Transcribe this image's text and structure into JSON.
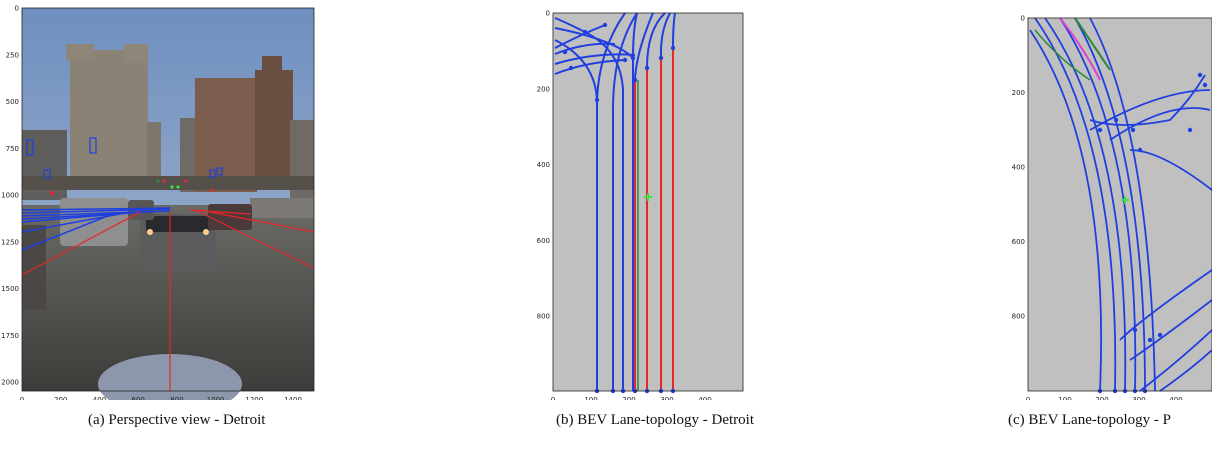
{
  "panels": [
    {
      "caption": "(a) Perspective view - Detroit",
      "x_ticks": [
        "0",
        "200",
        "400",
        "600",
        "800",
        "1000",
        "1200",
        "1400"
      ],
      "y_ticks": [
        "0",
        "250",
        "500",
        "750",
        "1000",
        "1250",
        "1500",
        "1750",
        "2000"
      ]
    },
    {
      "caption": "(b) BEV Lane-topology - Detroit",
      "x_ticks": [
        "0",
        "100",
        "200",
        "300",
        "400"
      ],
      "y_ticks": [
        "0",
        "200",
        "400",
        "600",
        "800"
      ]
    },
    {
      "caption": "(c) BEV Lane-topology - P",
      "x_ticks": [
        "0",
        "100",
        "200",
        "300",
        "400"
      ],
      "y_ticks": [
        "0",
        "200",
        "400",
        "600",
        "800"
      ]
    }
  ],
  "colors": {
    "lane": "#1f3fe0",
    "ego_lane": "#e8262a",
    "connector_green": "#2a8a3a",
    "connector_magenta": "#e040d0",
    "ego_marker": "#40e040",
    "bev_background": "#c0c0c0"
  }
}
